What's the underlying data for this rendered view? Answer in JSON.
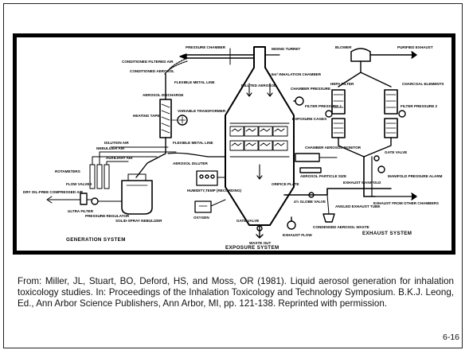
{
  "diagram": {
    "labels": {
      "pressure_chamber": "PRESSURE CHAMBER",
      "conditioned_filtered_air": "CONDITIONED FILTERED AIR",
      "conditioned_aerosol": "CONDITIONED AEROSOL",
      "flexible_metal_line_top": "FLEXIBLE METAL LINE",
      "mixing_turret": "MIXING TURRET",
      "inhalation_chamber": "0.5m³ INHALATION CHAMBER",
      "diluted_aerosol": "DILUTED AEROSOL",
      "chamber_pressure": "CHAMBER PRESSURE",
      "exposure_cages": "EXPOSURE CAGES",
      "chamber_aerosol_monitor": "CHAMBER AEROSOL MONITOR",
      "aerosol_particle_size": "AEROSOL PARTICLE SIZE",
      "orifice_plate": "ORIFICE PLATE",
      "glove_valve": "4½ GLOBE VALVE",
      "gate_valve_bottom": "GATE VALVE",
      "waste_out": "WASTE OUT",
      "exhaust_flow": "EXHAUST FLOW",
      "condensed_aerosol_waste": "CONDENSED AEROSOL WASTE",
      "aerosol_discharge": "AEROSOL DISCHARGE",
      "heating_tape": "HEATING TAPE",
      "variable_transformer": "VARIABLE TRANSFORMER",
      "flexible_metal_line_mid": "FLEXIBLE METAL LINE",
      "dilution_air": "DILUTION AIR",
      "nebulizer_air": "NEBULIZER AIR",
      "auxiliary_air": "AUXILIARY AIR",
      "aerosol_diluter": "AEROSOL DILUTER",
      "rotameters": "ROTAMETERS",
      "flow_valves": "FLOW VALVES",
      "dry_oil_free_air": "DRY OIL-FREE COMPRESSED AIR",
      "ultra_filter": "ULTRA FILTER",
      "pressure_regulator": "PRESSURE REGULATOR",
      "solid_spray_nebulizer": "SOLID-SPRAY NEBULIZER",
      "humidity_temp": "HUMIDITY,TEMP (RECORDING)",
      "oxygen": "OXYGEN",
      "blower": "BLOWER",
      "purified_exhaust": "PURIFIED EXHAUST",
      "hepa_filter": "HEPA FILTER",
      "charcoal_elements": "CHARCOAL ELEMENTS",
      "filter_pressure_1": "FILTER PRESSURE 1",
      "filter_pressure_2": "FILTER PRESSURE 2",
      "gate_valve_right": "GATE VALVE",
      "manifold_pressure_alarm": "MANIFOLD PRESSURE ALARM",
      "exhaust_manifold": "EXHAUST MANIFOLD",
      "angled_exhaust_tube": "ANGLED EXHAUST TUBE",
      "exhaust_from_other_chambers": "EXHAUST FROM OTHER CHAMBERS"
    },
    "systems": {
      "generation": "GENERATION SYSTEM",
      "exposure": "EXPOSURE SYSTEM",
      "exhaust": "EXHAUST SYSTEM"
    }
  },
  "caption": "From: Miller, JL, Stuart, BO, Deford, HS, and Moss, OR (1981). Liquid aerosol generation for inhalation toxicology studies. In: Proceedings of the Inhalation Toxicology and Technology Symposium. B.K.J. Leong, Ed., Ann Arbor Science Publishers, Ann Arbor, MI, pp. 121-138. Reprinted with permission.",
  "page_number": "6-16"
}
